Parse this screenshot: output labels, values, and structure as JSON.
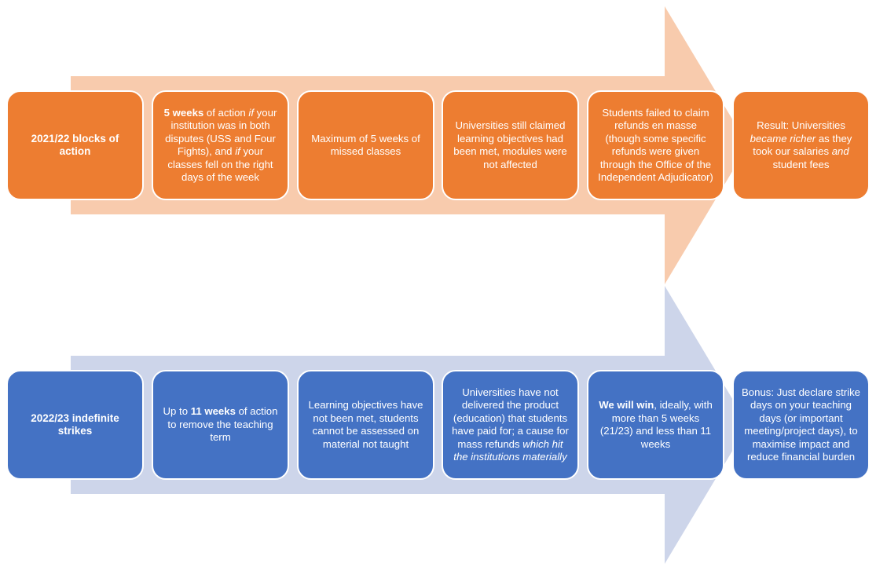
{
  "colors": {
    "orange_box": "#ED7D31",
    "orange_arrow": "#F8CBAD",
    "blue_box": "#4472C4",
    "blue_arrow": "#CDD5EA"
  },
  "row1": {
    "header": "2021/22 blocks of action",
    "b2": {
      "bold1": "5 weeks",
      "t1": " of action ",
      "it1": "if",
      "t2": " your institution was in both disputes (USS and Four Fights), and ",
      "it2": "if",
      "t3": " your classes fell on the right days of the week"
    },
    "b3": "Maximum of 5 weeks of missed classes",
    "b4": "Universities still claimed learning objectives had been met, modules were not affected",
    "b5": "Students failed to claim refunds en masse (though some specific refunds were given through the Office of the Independent Adjudicator)",
    "b6": {
      "t1": "Result: Universities ",
      "it1": "became richer",
      "t2": " as they took our salaries ",
      "it2": "and",
      "t3": " student fees"
    }
  },
  "row2": {
    "header": "2022/23 indefinite strikes",
    "b2": {
      "t1": "Up to ",
      "bold1": "11 weeks",
      "t2": " of action to remove the teaching term"
    },
    "b3": "Learning objectives have not been met, students cannot be assessed on material not taught",
    "b4": {
      "t1": "Universities have not delivered the product (education) that students have paid for; a cause for mass refunds ",
      "it1": "which hit the institutions materially"
    },
    "b5": {
      "bold1": "We will win",
      "t1": ", ideally, with more than 5 weeks (21/23) and less than 11 weeks"
    },
    "b6": "Bonus: Just declare strike days on your teaching days (or important meeting/project days), to maximise impact and reduce financial burden"
  }
}
